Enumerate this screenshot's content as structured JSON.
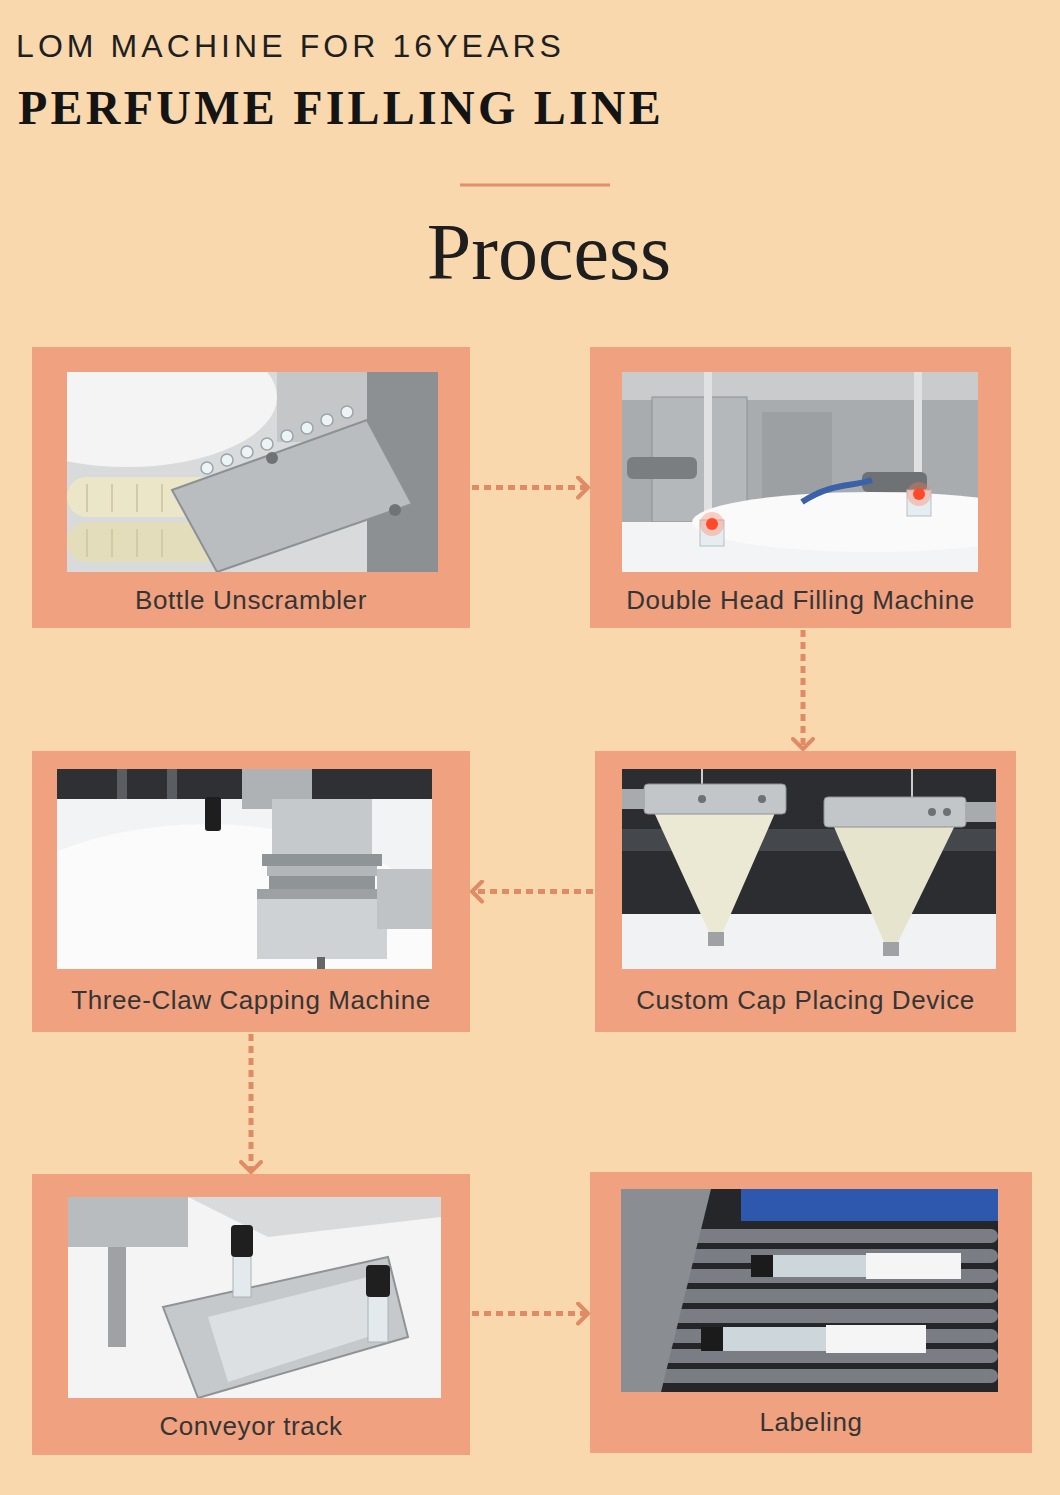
{
  "diagram": {
    "title": "PERFUME FILLING LINE",
    "nodes": [
      {
        "text": [
          "Bottle Unscrambler"
        ]
      },
      {
        "text": [
          "Double Head Filling Machine"
        ]
      },
      {
        "text": [
          "Three-Claw Capping Machine"
        ]
      },
      {
        "text": [
          "Custom Cap Placing Device"
        ]
      },
      {
        "text": [
          "Conveyor track"
        ]
      },
      {
        "text": [
          "Labeling"
        ]
      }
    ],
    "edges": [
      {
        "from": 0,
        "to": 1,
        "arrow": "to"
      },
      {
        "from": 1,
        "to": 3,
        "arrow": "to"
      },
      {
        "from": 3,
        "to": 2,
        "arrow": "to"
      },
      {
        "from": 2,
        "to": 4,
        "arrow": "to"
      },
      {
        "from": 4,
        "to": 5,
        "arrow": "to"
      }
    ],
    "labels": [
      "LOM MACHINE FOR 16YEARS",
      "Process"
    ]
  }
}
